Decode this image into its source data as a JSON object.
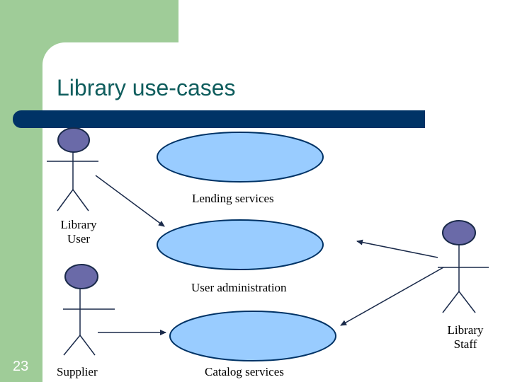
{
  "slide": {
    "title": "Library use-cases",
    "number": "23"
  },
  "colors": {
    "background_panel": "#9fcc98",
    "title_bar": "#003366",
    "title_text": "#0f5d5d",
    "use_case_fill": "#99ccff",
    "use_case_stroke": "#003366",
    "actor_head": "#6a6aa8"
  },
  "actors": {
    "library_user": {
      "line1": "Library",
      "line2": "User"
    },
    "supplier": {
      "label": "Supplier"
    },
    "library_staff": {
      "line1": "Library",
      "line2": "Staff"
    }
  },
  "use_cases": {
    "lending": "Lending services",
    "user_admin": "User administration",
    "catalog": "Catalog services"
  }
}
